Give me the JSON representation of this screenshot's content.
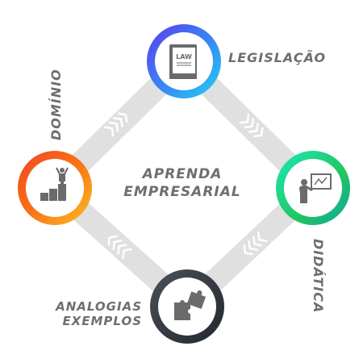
{
  "center": {
    "line1": "APRENDA",
    "line2": "EMPRESARIAL"
  },
  "nodes": [
    {
      "id": "top",
      "label": "LEGISLAÇÃO",
      "icon": "law-book-icon",
      "icon_text": "LAW",
      "ring_colors": [
        "#4f46e5",
        "#3b82f6",
        "#22d3ee"
      ]
    },
    {
      "id": "right",
      "label": "DIDÁTICA",
      "icon": "teacher-board-icon",
      "ring_colors": [
        "#1de9b6",
        "#22c55e",
        "#0ea5a4"
      ]
    },
    {
      "id": "bottom",
      "label_lines": [
        "ANALOGIAS",
        "EXEMPLOS"
      ],
      "icon": "puzzle-pieces-icon",
      "ring_colors": [
        "#3a3f47",
        "#2b3038",
        "#4b5159"
      ]
    },
    {
      "id": "left",
      "label": "DOMÍNIO",
      "icon": "podium-winner-icon",
      "ring_colors": [
        "#ef4423",
        "#f97316",
        "#fbbf24"
      ]
    }
  ],
  "colors": {
    "track": "#e2e2e2",
    "chevron": "#ffffff",
    "icon_fill": "#6b6b6b",
    "label": "#6e6e6e"
  }
}
